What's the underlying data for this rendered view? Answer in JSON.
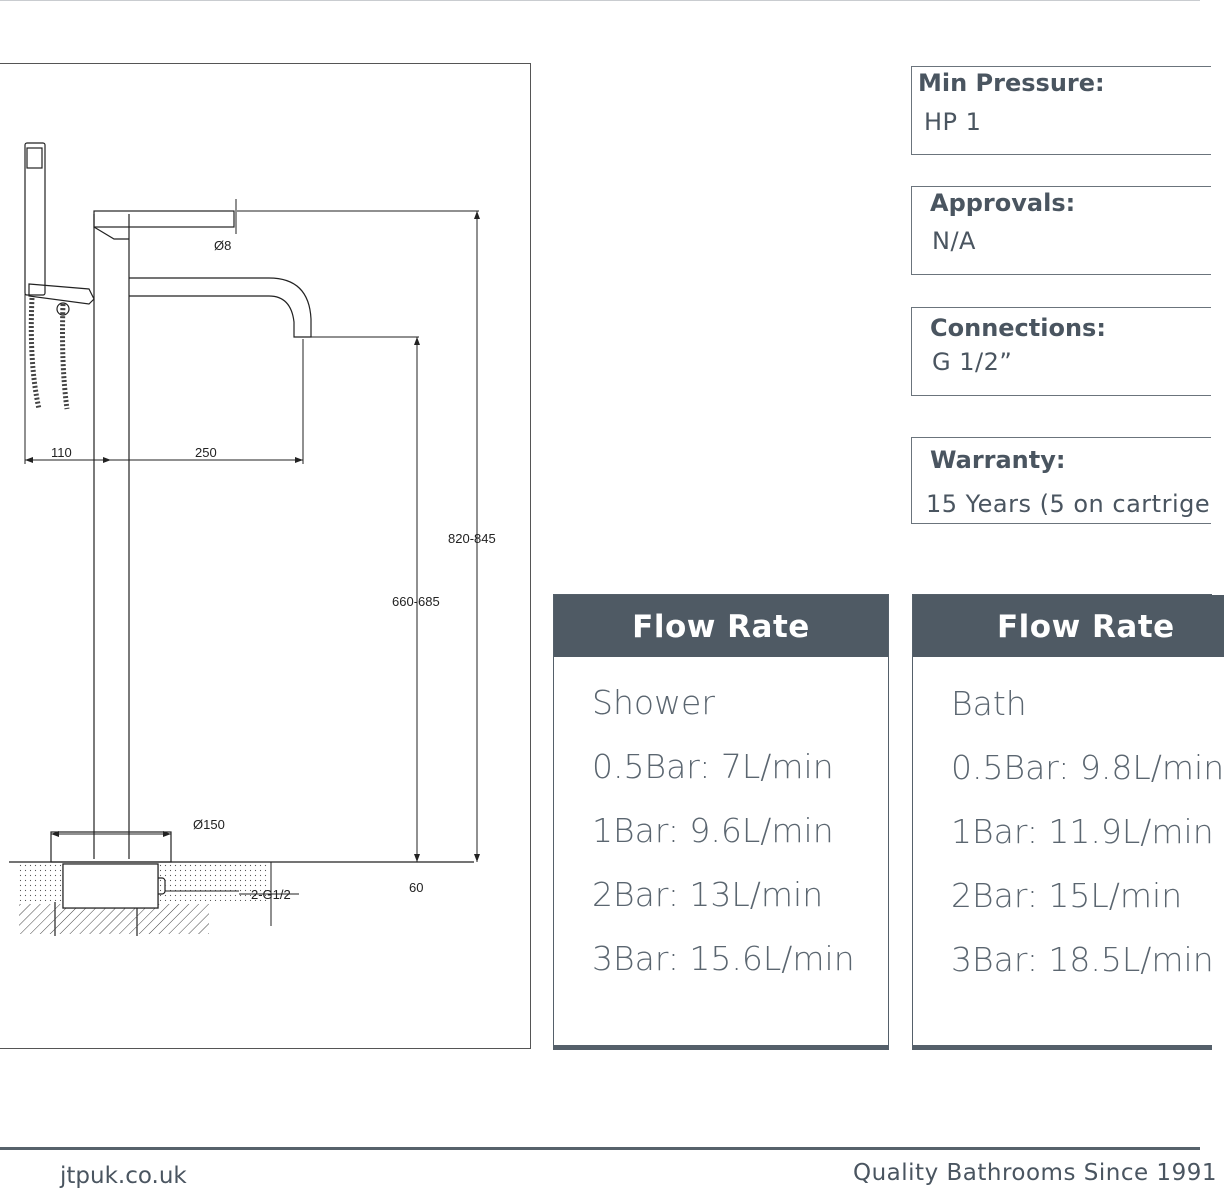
{
  "drawing": {
    "dimensions": {
      "d_spray": "Ø8",
      "d_110": "110",
      "d_250": "250",
      "d_820_845": "820-845",
      "d_660_685": "660-685",
      "d_150": "Ø150",
      "d_60": "60",
      "d_connection": "2-G1/2"
    }
  },
  "specs": {
    "min_pressure": {
      "title": "Min Pressure:",
      "value": "HP 1"
    },
    "approvals": {
      "title": "Approvals:",
      "value": "N/A"
    },
    "connections": {
      "title": "Connections:",
      "value": "G 1/2”"
    },
    "warranty": {
      "title": "Warranty:",
      "value": "15 Years (5 on cartrige"
    }
  },
  "flow_shower": {
    "header": "Flow Rate",
    "items": [
      "Shower",
      "0.5Bar: 7L/min",
      "1Bar: 9.6L/min",
      "2Bar: 13L/min",
      "3Bar: 15.6L/min"
    ]
  },
  "flow_bath": {
    "header": "Flow Rate",
    "items": [
      "Bath",
      "0.5Bar: 9.8L/min",
      "1Bar: 11.9L/min",
      "2Bar: 15L/min",
      "3Bar: 18.5L/min"
    ]
  },
  "footer": {
    "website": "jtpuk.co.uk",
    "tagline": "Quality Bathrooms Since 1991"
  },
  "colors": {
    "header_bg": "#4f5a64",
    "text": "#4a5560",
    "rule": "#57626b"
  }
}
